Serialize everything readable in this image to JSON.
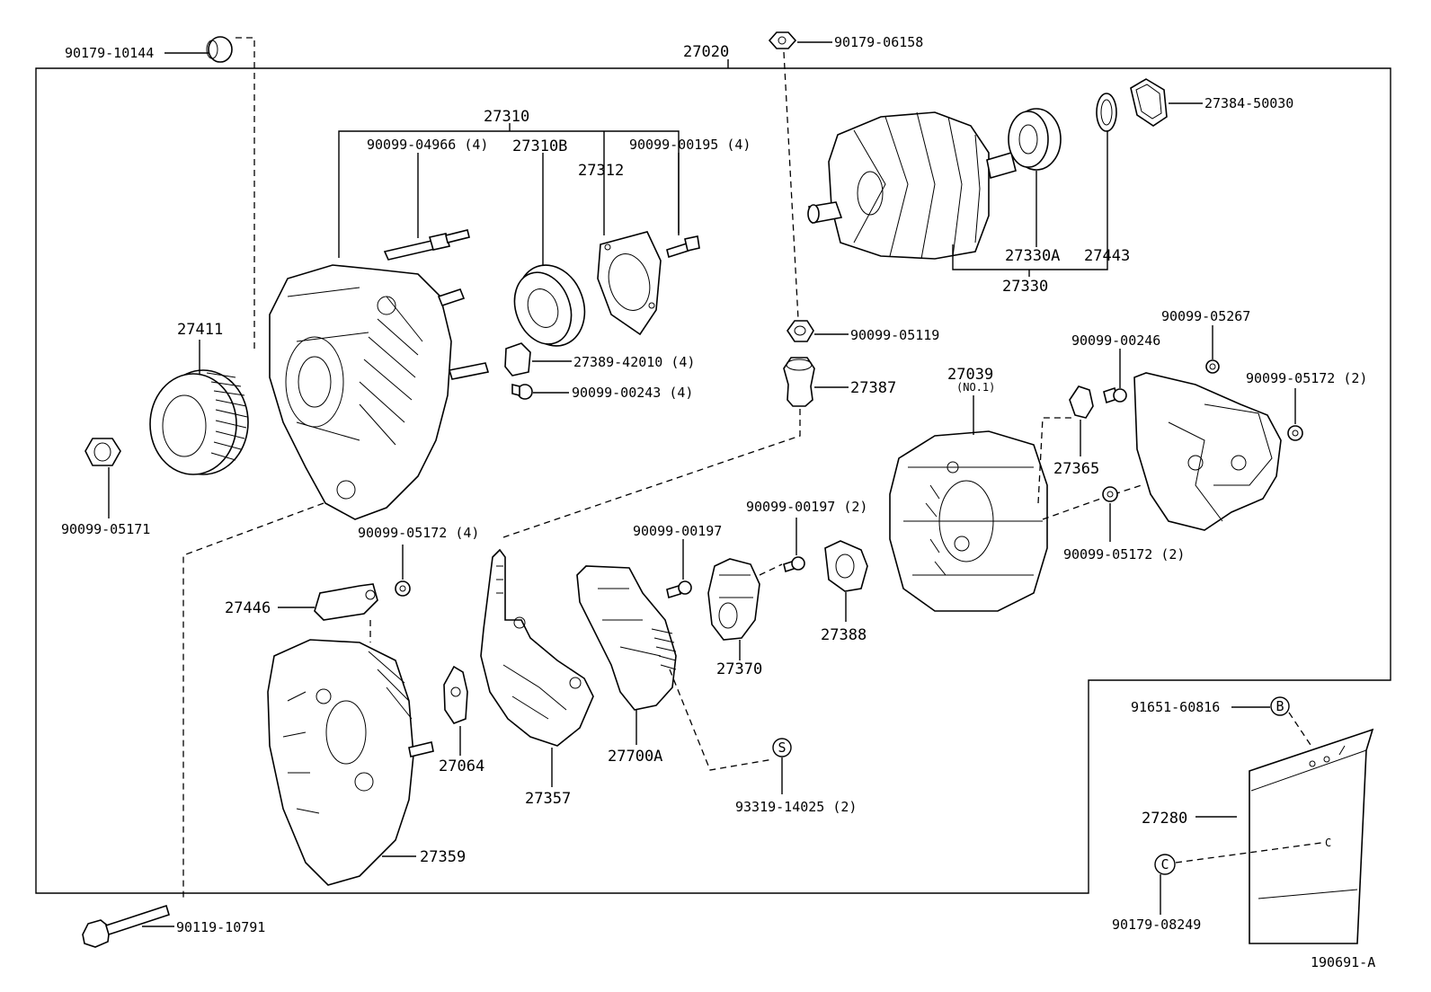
{
  "labels": {
    "p90179_10144": "90179-10144",
    "p27020": "27020",
    "p90179_06158": "90179-06158",
    "p27384_50030": "27384-50030",
    "p27310": "27310",
    "p90099_04966": "90099-04966 (4)",
    "p27310B": "27310B",
    "p27312": "27312",
    "p90099_00195": "90099-00195 (4)",
    "p27330A": "27330A",
    "p27443": "27443",
    "p27330": "27330",
    "p27411": "27411",
    "p90099_05119": "90099-05119",
    "p27389_42010": "27389-42010 (4)",
    "p90099_00243": "90099-00243 (4)",
    "p27387": "27387",
    "p90099_05267": "90099-05267",
    "p90099_00246": "90099-00246",
    "p27039": "27039",
    "p27039_sub": "(NO.1)",
    "p90099_05172_2a": "90099-05172 (2)",
    "p27365": "27365",
    "p90099_05171": "90099-05171",
    "p90099_05172_4": "90099-05172 (4)",
    "p90099_00197": "90099-00197",
    "p90099_00197_2": "90099-00197 (2)",
    "p90099_05172_2b": "90099-05172 (2)",
    "p27446": "27446",
    "p27388": "27388",
    "p27370": "27370",
    "p27064": "27064",
    "p27700A": "27700A",
    "p27357": "27357",
    "p93319_14025": "93319-14025 (2)",
    "p27359": "27359",
    "p91651_60816": "91651-60816",
    "p27280": "27280",
    "p90179_08249": "90179-08249",
    "p90119_10791": "90119-10791",
    "fig_id": "190691-A"
  },
  "markers": {
    "S": "S",
    "B": "B",
    "C": "C",
    "c_small": "C"
  }
}
